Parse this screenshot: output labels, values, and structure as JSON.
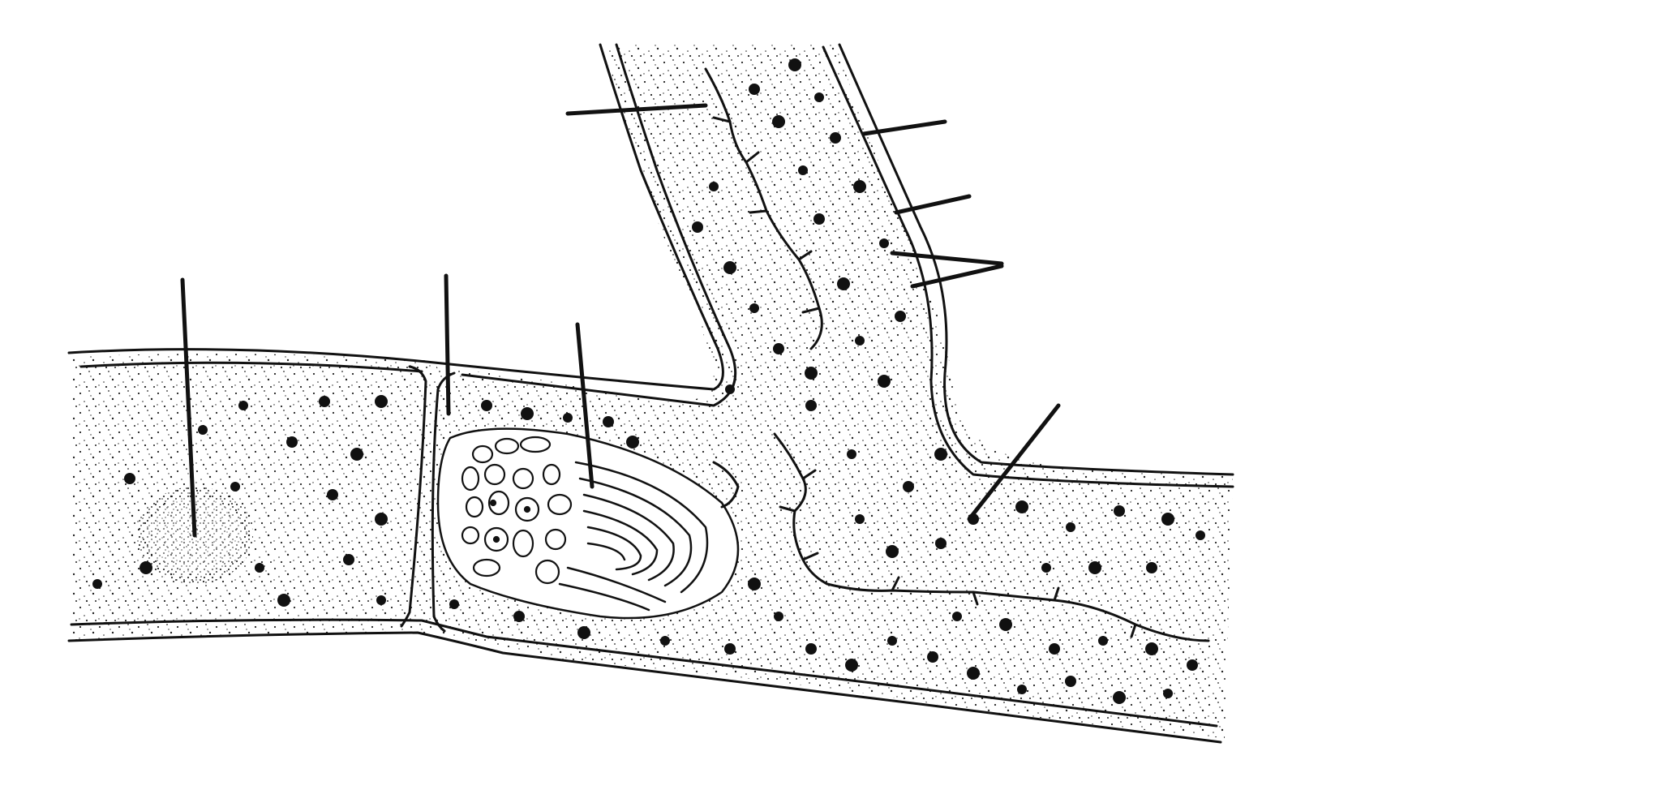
{
  "figure": {
    "description_visible_text": "",
    "label_lines": [
      {
        "id": "label-line-upper-left"
      },
      {
        "id": "label-line-wall-right-top"
      },
      {
        "id": "label-line-wall-right-mid"
      },
      {
        "id": "label-line-arrow-pair"
      },
      {
        "id": "label-line-lower-right"
      },
      {
        "id": "label-line-nucleus-left"
      },
      {
        "id": "label-line-septum"
      },
      {
        "id": "label-line-lamellar-body"
      }
    ],
    "colors": {
      "ink": "#111111",
      "paper": "#ffffff"
    }
  }
}
